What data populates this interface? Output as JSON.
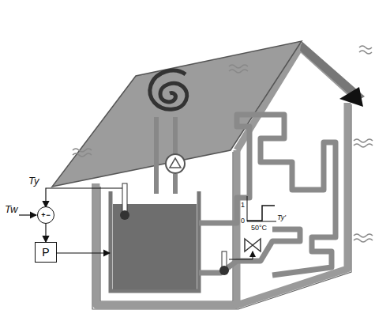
{
  "diagram": {
    "nodes": [
      {
        "text": [
          "+",
          "−"
        ]
      },
      {
        "text": [
          "P"
        ]
      }
    ],
    "edges": [
      {
        "from": 0,
        "to": 1,
        "arrow": "to"
      }
    ],
    "labels": [
      "Ty",
      "Tw",
      "1",
      "0",
      "50°C",
      "Ty'"
    ]
  }
}
